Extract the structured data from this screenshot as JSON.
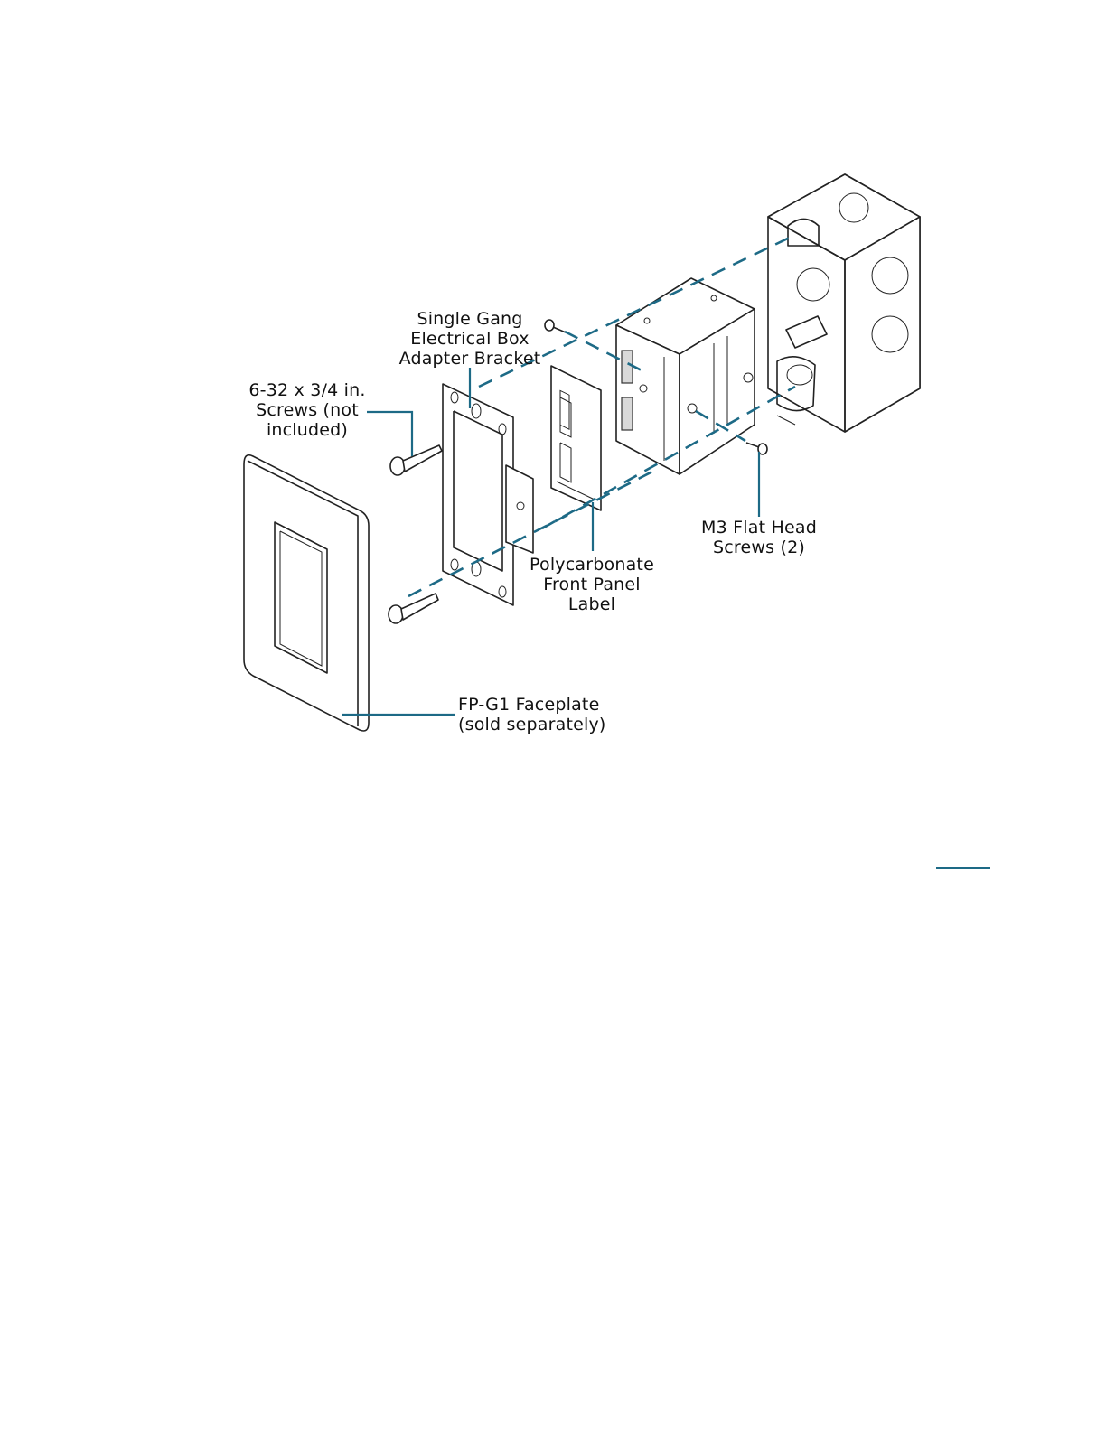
{
  "diagram": {
    "callouts": {
      "bracket": [
        "Single Gang",
        "Electrical Box",
        "Adapter Bracket"
      ],
      "screws_632": [
        "6-32 x 3/4 in.",
        "Screws (not",
        "included)"
      ],
      "flat_head": [
        "M3 Flat Head",
        "Screws (2)"
      ],
      "front_label": [
        "Polycarbonate",
        "Front Panel",
        "Label"
      ],
      "faceplate": [
        "FP-G1 Faceplate",
        "(sold separately)"
      ]
    },
    "colors": {
      "leader": "#1d6a86",
      "line_art": "#222222"
    }
  }
}
